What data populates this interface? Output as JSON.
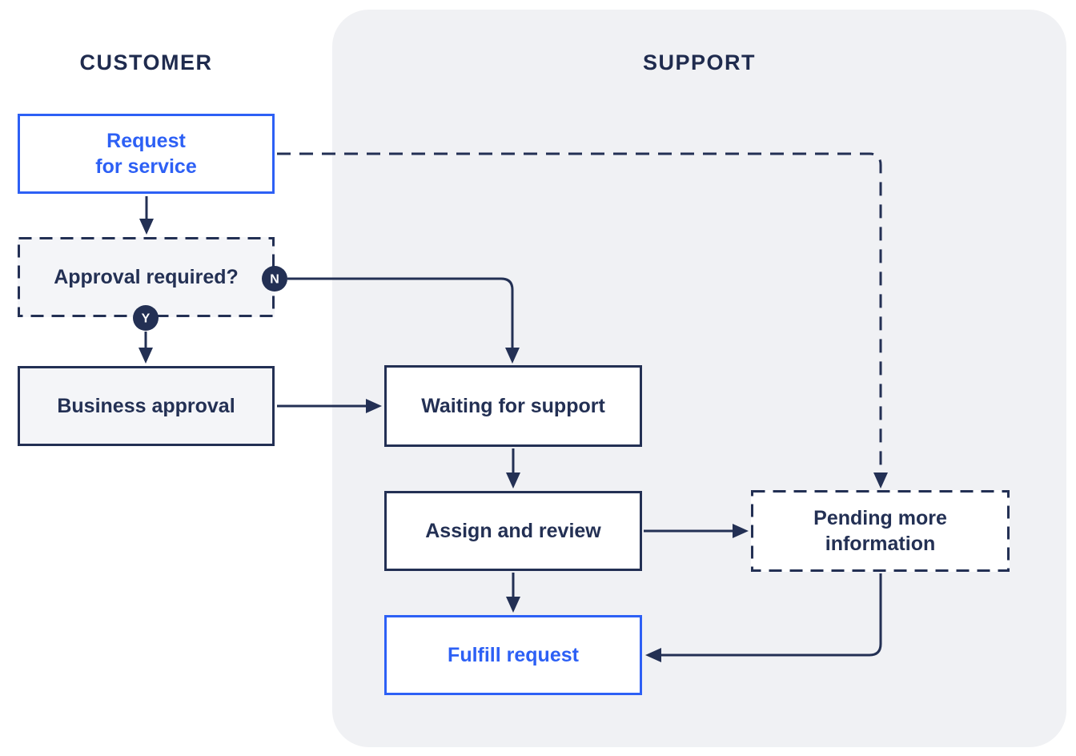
{
  "palette": {
    "navy": "#233054",
    "blue": "#2D60F5",
    "support_panel_background": "#F0F1F4",
    "gray_box_background": "#F4F5F8",
    "white_box_background": "#FFFFFF"
  },
  "lanes": {
    "customer": {
      "label": "CUSTOMER"
    },
    "support": {
      "label": "SUPPORT"
    }
  },
  "nodes": {
    "request_for_service": {
      "label": "Request\nfor service"
    },
    "approval_required": {
      "label": "Approval required?"
    },
    "business_approval": {
      "label": "Business approval"
    },
    "waiting_for_support": {
      "label": "Waiting for support"
    },
    "assign_and_review": {
      "label": "Assign and review"
    },
    "pending_more_information": {
      "label": "Pending more\ninformation"
    },
    "fulfill_request": {
      "label": "Fulfill request"
    }
  },
  "decisions": {
    "no": {
      "label": "N"
    },
    "yes": {
      "label": "Y"
    }
  }
}
